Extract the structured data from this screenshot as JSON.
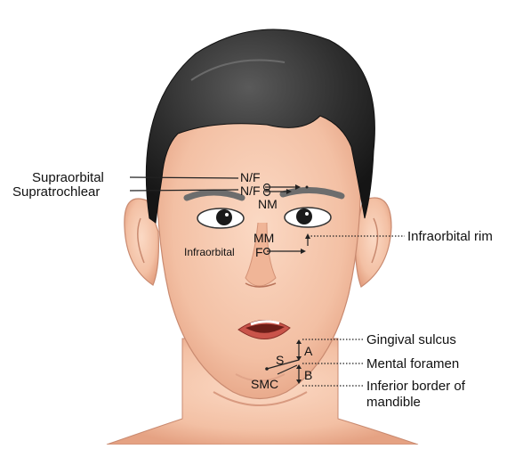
{
  "labels": {
    "supraorbital": "Supraorbital",
    "supratrochlear": "Supratrochlear",
    "nf1": "N/F",
    "nf2": "N/F",
    "nm": "NM",
    "mm": "MM",
    "infraorbital": "Infraorbital",
    "f": "F",
    "infraorbital_rim": "Infraorbital rim",
    "gingival_sulcus": "Gingival sulcus",
    "mental_foramen": "Mental foramen",
    "inferior_border_line1": "Inferior border of",
    "inferior_border_line2": "mandible",
    "a": "A",
    "b": "B",
    "s": "S",
    "smc": "SMC"
  },
  "colors": {
    "hair": "#2b2b2b",
    "skin": "#f6c9b0",
    "skin_shadow": "#e8a98c",
    "lips": "#c9544a",
    "mouth": "#6b1d18"
  }
}
